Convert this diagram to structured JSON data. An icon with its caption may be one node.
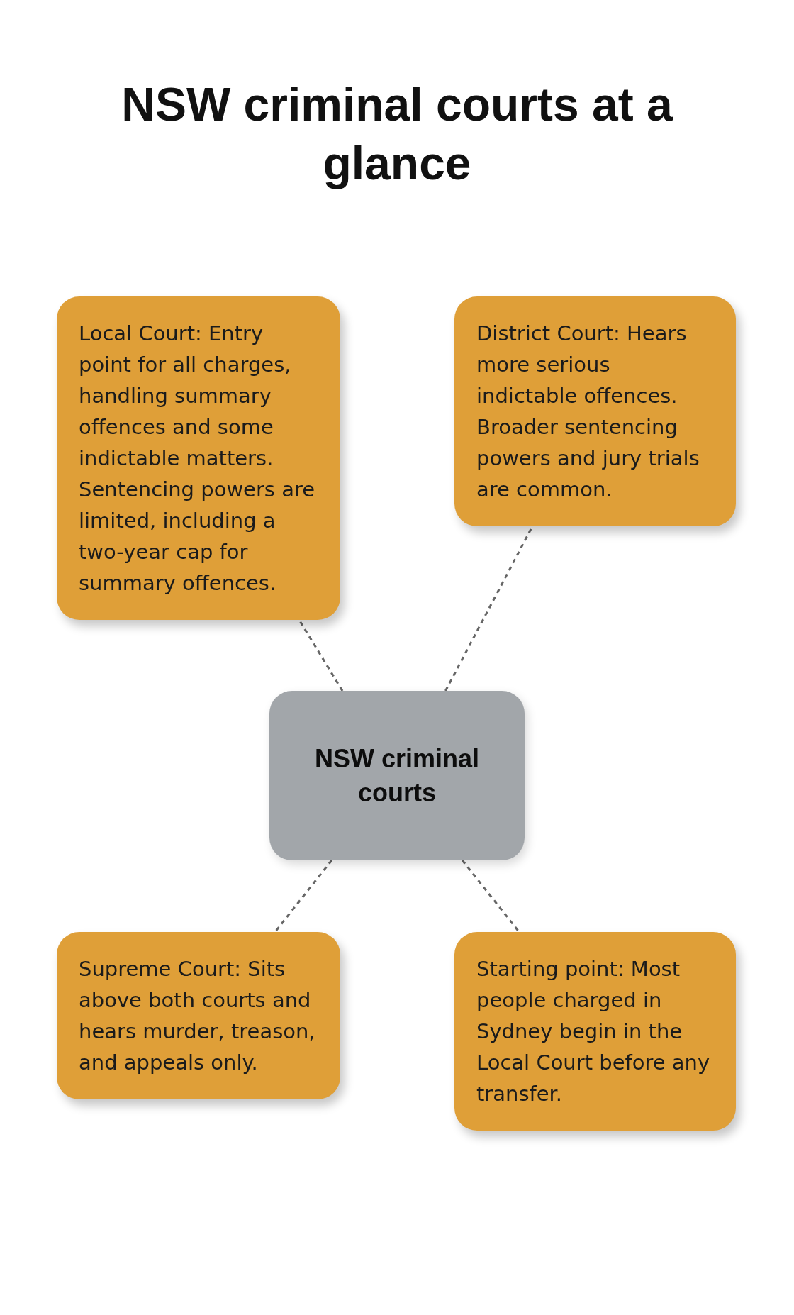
{
  "diagram": {
    "title": "NSW criminal courts at a glance",
    "nodes": [
      {
        "text": [
          "Local Court: Entry point for all charges, handling summary offences and some indictable matters. Sentencing powers are limited, including a two-year cap for summary offences."
        ]
      },
      {
        "text": [
          "District Court: Hears more serious indictable offences. Broader sentencing powers and jury trials are common."
        ]
      },
      {
        "text": [
          "NSW criminal courts"
        ]
      },
      {
        "text": [
          "Supreme Court: Sits above both courts and hears murder, treason, and appeals only."
        ]
      },
      {
        "text": [
          "Starting point: Most people charged in Sydney begin in the Local Court before any transfer."
        ]
      }
    ],
    "edges": [
      {
        "from": 2,
        "to": 0,
        "arrow": "none",
        "style": "dashed"
      },
      {
        "from": 2,
        "to": 1,
        "arrow": "none",
        "style": "dashed"
      },
      {
        "from": 2,
        "to": 3,
        "arrow": "none",
        "style": "dashed"
      },
      {
        "from": 2,
        "to": 4,
        "arrow": "none",
        "style": "dashed"
      }
    ]
  }
}
